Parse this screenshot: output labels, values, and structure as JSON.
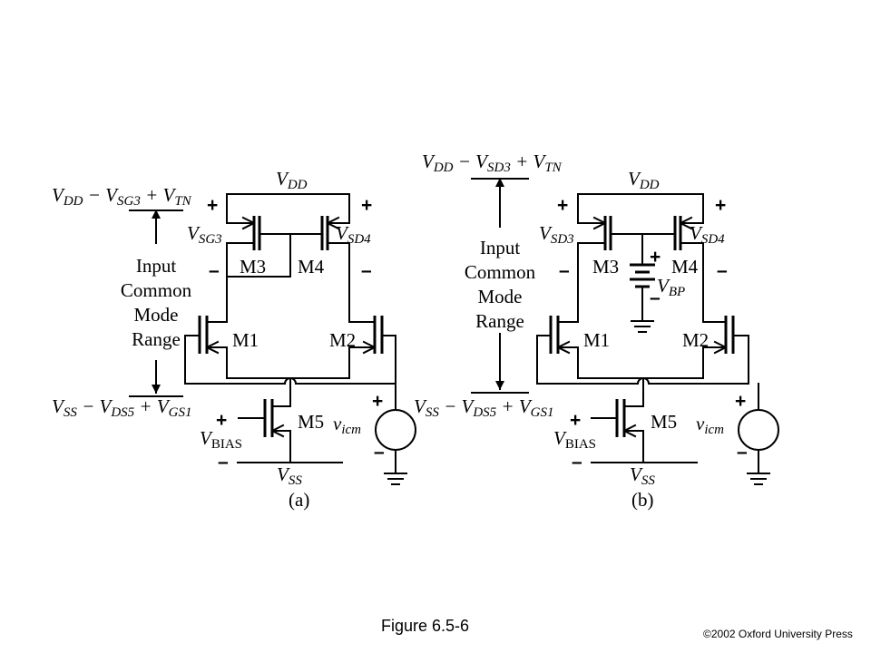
{
  "figure": {
    "caption": "Figure 6.5-6",
    "copyright": "©2002 Oxford University Press"
  },
  "panel_a": {
    "label": "(a)",
    "vdd": {
      "main": "V",
      "sub": "DD"
    },
    "vss": {
      "main": "V",
      "sub": "SS"
    },
    "upper_limit": {
      "p1": "V",
      "s1": "DD",
      "p2": " − V",
      "s2": "SG3",
      "p3": " + V",
      "s3": "TN"
    },
    "lower_limit": {
      "p1": "V",
      "s1": "SS",
      "p2": " − V",
      "s2": "DS5",
      "p3": " + V",
      "s3": "GS1"
    },
    "range_label": [
      "Input",
      "Common",
      "Mode",
      "Range"
    ],
    "v_left": {
      "main": "V",
      "sub": "SG3"
    },
    "v_right": {
      "main": "V",
      "sub": "SD4"
    },
    "transistors": {
      "m1": "M1",
      "m2": "M2",
      "m3": "M3",
      "m4": "M4",
      "m5": "M5"
    },
    "bias": {
      "main": "V",
      "sub": "BIAS"
    },
    "source": {
      "main": "v",
      "sub": "icm"
    }
  },
  "panel_b": {
    "label": "(b)",
    "vdd": {
      "main": "V",
      "sub": "DD"
    },
    "vss": {
      "main": "V",
      "sub": "SS"
    },
    "upper_limit": {
      "p1": "V",
      "s1": "DD",
      "p2": " − V",
      "s2": "SD3",
      "p3": " + V",
      "s3": "TN"
    },
    "lower_limit": {
      "p1": "V",
      "s1": "SS",
      "p2": " − V",
      "s2": "DS5",
      "p3": " + V",
      "s3": "GS1"
    },
    "range_label": [
      "Input",
      "Common",
      "Mode",
      "Range"
    ],
    "v_left": {
      "main": "V",
      "sub": "SD3"
    },
    "v_right": {
      "main": "V",
      "sub": "SD4"
    },
    "transistors": {
      "m1": "M1",
      "m2": "M2",
      "m3": "M3",
      "m4": "M4",
      "m5": "M5"
    },
    "bias": {
      "main": "V",
      "sub": "BIAS"
    },
    "source": {
      "main": "v",
      "sub": "icm"
    },
    "vbp": {
      "main": "V",
      "sub": "BP"
    }
  },
  "signs": {
    "plus": "+",
    "minus": "–"
  }
}
